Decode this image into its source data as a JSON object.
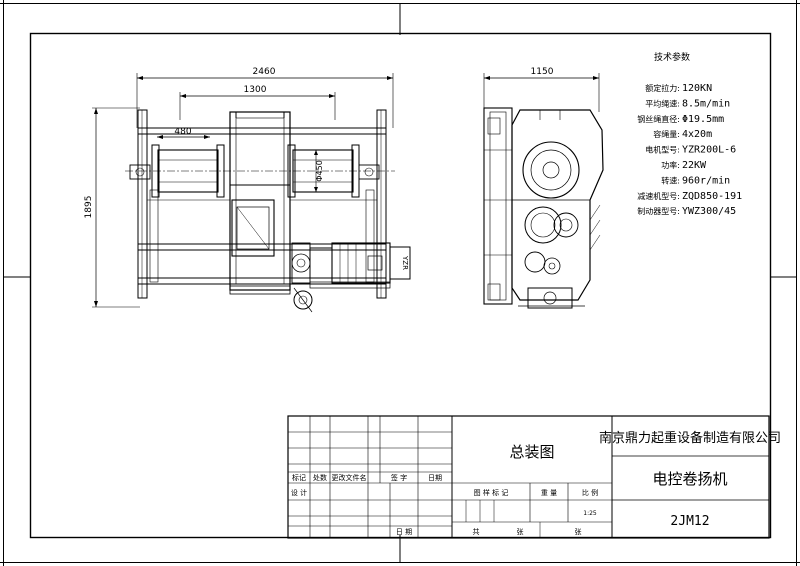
{
  "dimensions": {
    "top_width": "2460",
    "frame_span": "1300",
    "drum_offset": "480",
    "drum_dia": "Φ450",
    "height": "1895",
    "side_width": "1150"
  },
  "tech": {
    "title": "技术参数",
    "rows": [
      {
        "label": "额定拉力:",
        "value": "120KN"
      },
      {
        "label": "平均绳速:",
        "value": "8.5m/min"
      },
      {
        "label": "钢丝绳直径:",
        "value": "Φ19.5mm"
      },
      {
        "label": "容绳量:",
        "value": "4x20m"
      },
      {
        "label": "电机型号:",
        "value": "YZR200L-6"
      },
      {
        "label": "功率:",
        "value": "22KW"
      },
      {
        "label": "转速:",
        "value": "960r/min"
      },
      {
        "label": "减速机型号:",
        "value": "ZQD850-191"
      },
      {
        "label": "制动器型号:",
        "value": "YWZ300/45"
      }
    ]
  },
  "motor_label": "YZR",
  "title_block": {
    "headers": {
      "mark": "标记",
      "count": "处数",
      "doc": "更改文件名",
      "sign": "签 字",
      "date": "日期",
      "design": "设 计",
      "date2": "日 期",
      "drawing_mark": "图 样 标 记",
      "weight": "重 量",
      "scale": "比 例",
      "total": "共",
      "sheets": "张",
      "sheet": "张"
    },
    "drawing_name": "总装图",
    "company": "南京鼎力起重设备制造有限公司",
    "product": "电控卷扬机",
    "scale_value": "1:25",
    "code": "2JM12"
  }
}
